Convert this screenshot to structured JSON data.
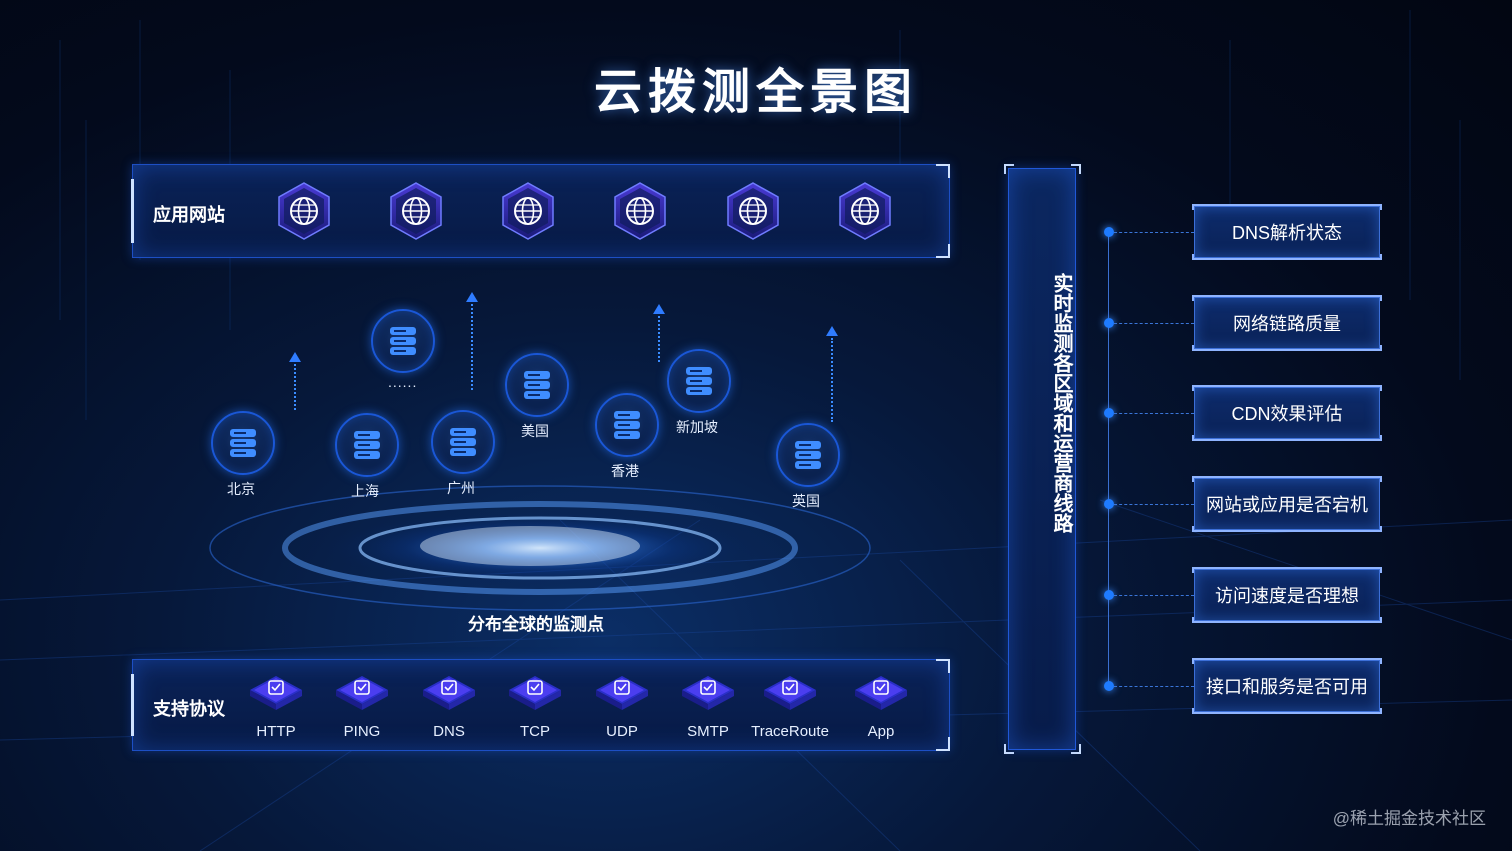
{
  "title": "云拨测全景图",
  "apps": {
    "label": "应用网站",
    "icons": [
      "globe-icon",
      "globe-icon",
      "globe-icon",
      "globe-icon",
      "globe-icon",
      "globe-icon"
    ]
  },
  "nodes": [
    {
      "label": "北京"
    },
    {
      "label": "上海"
    },
    {
      "label": "广州"
    },
    {
      "label": "美国"
    },
    {
      "label": "香港"
    },
    {
      "label": "新加坡"
    },
    {
      "label": "英国"
    },
    {
      "label": ""
    }
  ],
  "more": "......",
  "globe_label": "分布全球的监测点",
  "protocols": {
    "label": "支持协议",
    "items": [
      "HTTP",
      "PING",
      "DNS",
      "TCP",
      "UDP",
      "SMTP",
      "TraceRoute",
      "App"
    ]
  },
  "vertical_title": "实时监测各区域和运营商线路",
  "statuses": [
    "DNS解析状态",
    "网络链路质量",
    "CDN效果评估",
    "网站或应用是否宕机",
    "访问速度是否理想",
    "接口和服务是否可用"
  ],
  "watermark": "@稀土掘金技术社区",
  "colors": {
    "accent": "#1e7bff",
    "panel": "#0a2257",
    "border": "#1d4fc4"
  }
}
